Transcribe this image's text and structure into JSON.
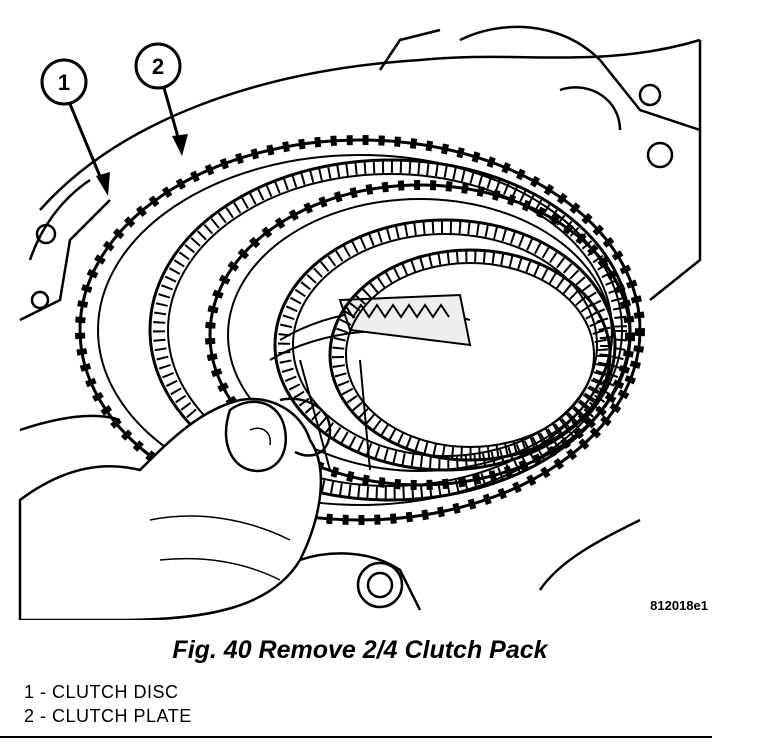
{
  "figure_id": "812018e1",
  "caption": "Fig. 40 Remove 2/4 Clutch Pack",
  "callouts": [
    {
      "number": "1"
    },
    {
      "number": "2"
    }
  ],
  "legend": [
    {
      "number": "1",
      "separator": " - ",
      "label": "CLUTCH DISC"
    },
    {
      "number": "2",
      "separator": " - ",
      "label": "CLUTCH PLATE"
    }
  ]
}
